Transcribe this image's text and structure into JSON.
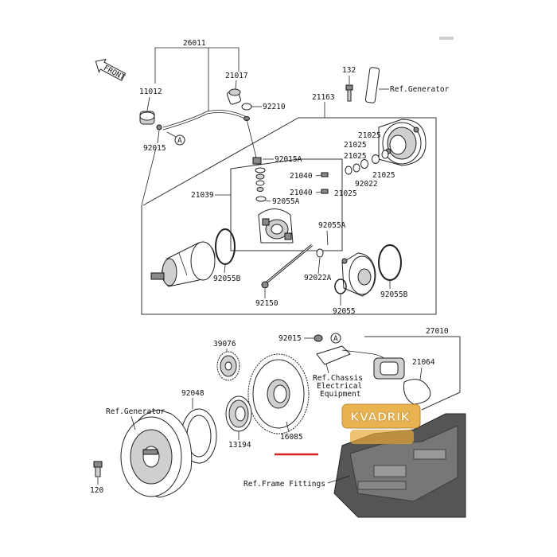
{
  "diagram": {
    "front_label": "FRONT",
    "parts": [
      {
        "id": "p26011",
        "num": "26011"
      },
      {
        "id": "p11012",
        "num": "11012"
      },
      {
        "id": "p21017",
        "num": "21017"
      },
      {
        "id": "p92210",
        "num": "92210"
      },
      {
        "id": "p92015a",
        "num": "92015"
      },
      {
        "id": "p132",
        "num": "132"
      },
      {
        "id": "p21163",
        "num": "21163"
      },
      {
        "id": "p92015A",
        "num": "92015A"
      },
      {
        "id": "p21040a",
        "num": "21040"
      },
      {
        "id": "p21040b",
        "num": "21040"
      },
      {
        "id": "p21039",
        "num": "21039"
      },
      {
        "id": "p92055A1",
        "num": "92055A"
      },
      {
        "id": "p21025a",
        "num": "21025"
      },
      {
        "id": "p21025b",
        "num": "21025"
      },
      {
        "id": "p21025c",
        "num": "21025"
      },
      {
        "id": "p21025d",
        "num": "21025"
      },
      {
        "id": "p92022",
        "num": "92022"
      },
      {
        "id": "p92055A2",
        "num": "92055A"
      },
      {
        "id": "p92055Ba",
        "num": "92055B"
      },
      {
        "id": "p92022A",
        "num": "92022A"
      },
      {
        "id": "p92150",
        "num": "92150"
      },
      {
        "id": "p92055",
        "num": "92055"
      },
      {
        "id": "p92055Bb",
        "num": "92055B"
      },
      {
        "id": "p39076",
        "num": "39076"
      },
      {
        "id": "p92015b",
        "num": "92015"
      },
      {
        "id": "p27010",
        "num": "27010"
      },
      {
        "id": "p21064",
        "num": "21064"
      },
      {
        "id": "p92048",
        "num": "92048"
      },
      {
        "id": "p13194",
        "num": "13194"
      },
      {
        "id": "p16085",
        "num": "16085"
      },
      {
        "id": "p120",
        "num": "120"
      }
    ],
    "refs": {
      "generator_top": "Ref.Generator",
      "generator_left": "Ref.Generator",
      "chassis_1": "Ref.Chassis",
      "chassis_2": "Electrical",
      "chassis_3": "Equipment",
      "frame": "Ref.Frame Fittings"
    },
    "callout_letter": "A",
    "watermark": "KVADRIK",
    "highlight_color": "#d62020"
  }
}
